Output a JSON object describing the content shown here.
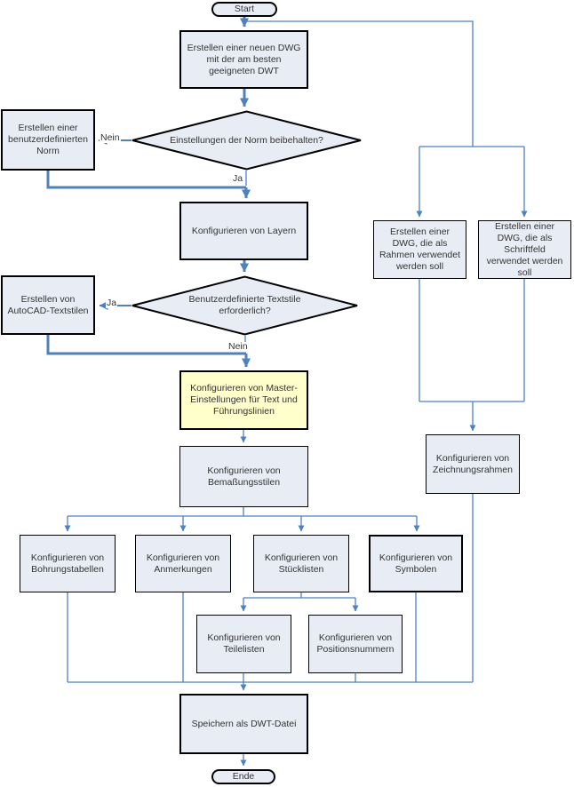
{
  "diagram": {
    "nodes": {
      "start": "Start",
      "new_dwg": "Erstellen einer neuen DWG mit der am besten geeigneten DWT",
      "decision_norm": "Einstellungen der Norm beibehalten?",
      "custom_norm": "Erstellen einer benutzerdefinierten Norm",
      "layern": "Konfigurieren von Layern",
      "decision_textstile": "Benutzerdefinierte Textstile erforderlich?",
      "autocad_textstile": "Erstellen von AutoCAD-Textstilen",
      "master_text": "Konfigurieren von Master-Einstellungen für Text und Führungslinien",
      "bemassung": "Konfigurieren von Bemaßungsstilen",
      "bohrung": "Konfigurieren von Bohrungstabellen",
      "anmerkungen": "Konfigurieren von Anmerkungen",
      "stuecklisten": "Konfigurieren von Stücklisten",
      "symbole": "Konfigurieren von Symbolen",
      "teilelisten": "Konfigurieren von Teilelisten",
      "positionsnummern": "Konfigurieren von Positionsnummern",
      "rahmen_dwg": "Erstellen einer DWG, die als Rahmen verwendet werden soll",
      "schriftfeld_dwg": "Erstellen einer DWG, die als Schriftfeld verwendet werden soll",
      "zeichnungsrahmen": "Konfigurieren von Zeichnungsrahmen",
      "speichern": "Speichern als DWT-Datei",
      "ende": "Ende"
    },
    "edge_labels": {
      "norm_nein": "Nein",
      "norm_ja": "Ja",
      "textstile_ja": "Ja",
      "textstile_nein": "Nein"
    },
    "colors": {
      "connector": "#4F81BD",
      "node_fill": "#E8EDF5",
      "node_border": "#000000",
      "highlight_fill": "#FFFFCC"
    }
  }
}
